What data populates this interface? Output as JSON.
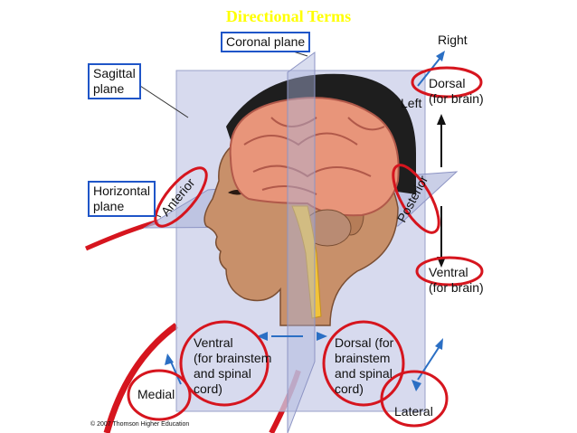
{
  "title": "Directional Terms",
  "labels": {
    "coronal_plane": "Coronal plane",
    "sagittal_plane": "Sagittal\nplane",
    "horizontal_plane": "Horizontal\nplane",
    "right": "Right",
    "left": "Left",
    "dorsal_brain": "Dorsal\n(for brain)",
    "ventral_brain": "Ventral\n(for brain)",
    "anterior": "Anterior",
    "posterior": "Posterior",
    "ventral_brainstem": "Ventral\n(for brainstem\nand spinal\ncord)",
    "dorsal_brainstem": "Dorsal (for\nbrainstem\nand spinal\ncord)",
    "medial": "Medial",
    "lateral": "Lateral"
  },
  "credit": "© 2007 Thomson Higher Education",
  "colors": {
    "plane_fill": "#c9cde8",
    "highlight_circle": "#d6151e",
    "box_border": "#1f55c8",
    "arrow": "#2b6fc4",
    "brain": "#e8957a",
    "skin": "#c8906a",
    "hair": "#1e1e1e",
    "spinal_cord": "#f2c33a"
  }
}
